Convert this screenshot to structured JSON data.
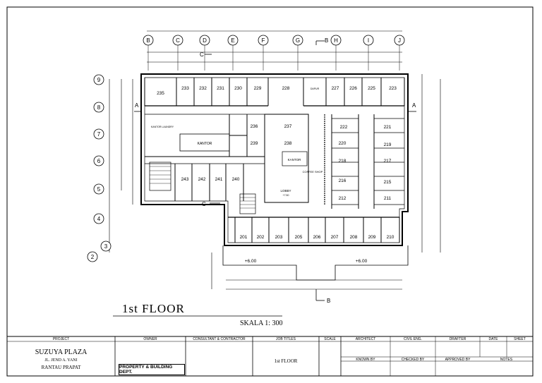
{
  "plan": {
    "grid_cols": [
      "B",
      "C",
      "D",
      "E",
      "F",
      "G",
      "H",
      "I",
      "J"
    ],
    "grid_rows": [
      "9",
      "8",
      "7",
      "6",
      "5",
      "4",
      "3",
      "2"
    ],
    "rooms_top": [
      "235",
      "233",
      "232",
      "231",
      "230",
      "229",
      "228",
      "227",
      "226",
      "225",
      "223"
    ],
    "rooms_right": [
      "222",
      "221",
      "220",
      "219",
      "218",
      "217",
      "216",
      "215",
      "212",
      "211"
    ],
    "rooms_left": [
      "236",
      "239",
      "237",
      "238",
      "243",
      "242",
      "241",
      "240"
    ],
    "rooms_bottom": [
      "201",
      "202",
      "203",
      "205",
      "206",
      "207",
      "208",
      "209",
      "210"
    ],
    "labels": {
      "kantor": "KANTOR",
      "kantor_small": "KANTOR",
      "coffee_shop": "COFFEE SHOP",
      "lobby": "LOBBY",
      "lobby_level": "+7.50",
      "level_left": "+6.00",
      "level_right": "+6.00",
      "dapur": "DAPUR",
      "laundry": "KANTOR LAUNDRY"
    },
    "section_a": "A",
    "section_b": "B",
    "section_c": "C",
    "title": "1st  FLOOR",
    "scale": "SKALA 1: 300"
  },
  "title_block": {
    "project_header": "PROJECT",
    "owner_header": "OWNER",
    "consultant_header": "CONSULTANT & CONTRACTOR",
    "job_titles_header": "JOB TITLES",
    "scale_header": "SCALE",
    "architect_header": "ARCHITECT",
    "civil_header": "CIVIL ENG.",
    "drafter_header": "DRAFTER",
    "date_header": "DATE",
    "sheet_header": "SHEET",
    "known_by": "KNOWN BY",
    "checked_by": "CHECKED BY",
    "approved_by": "APPROVED BY",
    "notes": "NOTES",
    "project_name": "SUZUYA PLAZA",
    "address_1": "JL. JEND A. YANI",
    "address_2": "RANTAU  PRAPAT",
    "owner_name": "PROPERTY & BUILDING DEPT.",
    "job_title": "1st FLOOR"
  }
}
